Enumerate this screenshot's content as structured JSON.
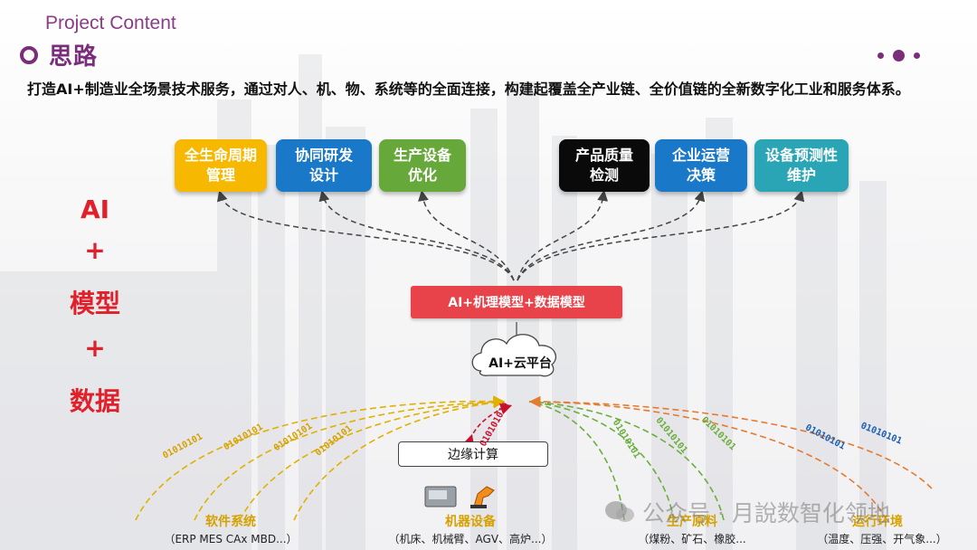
{
  "header": {
    "section_en": "Project Content",
    "title": "思路"
  },
  "intro_text": "打造AI+制造业全场景技术服务，通过对人、机、物、系统等的全面连接，构建起覆盖全产业链、全价值链的全新数字化工业和服务体系。",
  "left_title": [
    "AI",
    "+",
    "模型",
    "+",
    "数据"
  ],
  "top_boxes": [
    {
      "line1": "全生命周期",
      "line2": "管理",
      "color": "#f6b800"
    },
    {
      "line1": "协同研发",
      "line2": "设计",
      "color": "#1a78c8"
    },
    {
      "line1": "生产设备",
      "line2": "优化",
      "color": "#66a83a"
    },
    {
      "line1": "产品质量",
      "line2": "检测",
      "color": "#0a0a0a"
    },
    {
      "line1": "企业运营",
      "line2": "决策",
      "color": "#1a78c8"
    },
    {
      "line1": "设备预测性",
      "line2": "维护",
      "color": "#2aa5b5"
    }
  ],
  "center_box": "AI+机理模型+数据模型",
  "cloud_label": "AI+云平台",
  "edge_label": "边缘计算",
  "binary_text": "01010101",
  "binary_alt": "010101010",
  "bottom_groups": [
    {
      "title": "软件系统",
      "subtitle": "（ERP MES CAx MBD...）",
      "color": "#d6a100"
    },
    {
      "title": "机器设备",
      "subtitle": "（机床、机械臂、AGV、高炉...）",
      "color": "#d6a100"
    },
    {
      "title": "生产原料",
      "subtitle": "（煤粉、矿石、橡胶...",
      "color": "#d6a100"
    },
    {
      "title": "运行环境",
      "subtitle": "（温度、压强、开气象...）",
      "color": "#d6a100"
    }
  ],
  "watermark": "公众号 · 月說数智化领地",
  "colors": {
    "accent": "#7a2d7a",
    "red": "#e8434a",
    "yellow_line": "#e0b100",
    "green_line": "#6aae3c",
    "orange_line": "#e67a2e",
    "blue_binary": "#1a5fb4"
  }
}
